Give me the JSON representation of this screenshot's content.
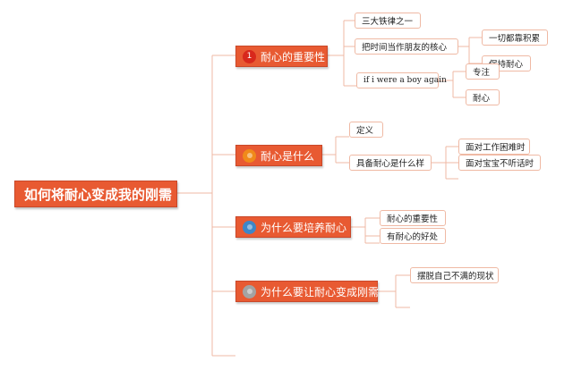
{
  "root": {
    "label": "如何将耐心变成我的刚需"
  },
  "topics": [
    {
      "label": "耐心的重要性",
      "marker": "1",
      "marker_color": "#d8281c"
    },
    {
      "label": "耐心是什么",
      "marker": "",
      "marker_color": "#f08a1a"
    },
    {
      "label": "为什么要培养耐心",
      "marker": "",
      "marker_color": "#3d86c8"
    },
    {
      "label": "为什么要让耐心变成刚需",
      "marker": "",
      "marker_color": "#a3a3a3"
    }
  ],
  "subtopics": {
    "t1_a": "三大铁律之一",
    "t1_b": "把时间当作朋友的核心",
    "t1_b1": "一切都靠积累",
    "t1_b2": "保持耐心",
    "t1_c": "if i were a boy again",
    "t1_c1": "专注",
    "t1_c2": "耐心",
    "t2_a": "定义",
    "t2_b": "具备耐心是什么样",
    "t2_b1": "面对工作困难时",
    "t2_b2": "面对宝宝不听话时",
    "t3_a": "耐心的重要性",
    "t3_b": "有耐心的好处",
    "t4_a": "摆脱自己不满的现状"
  },
  "colors": {
    "accent": "#e85a32",
    "connector": "#efb9a4"
  }
}
